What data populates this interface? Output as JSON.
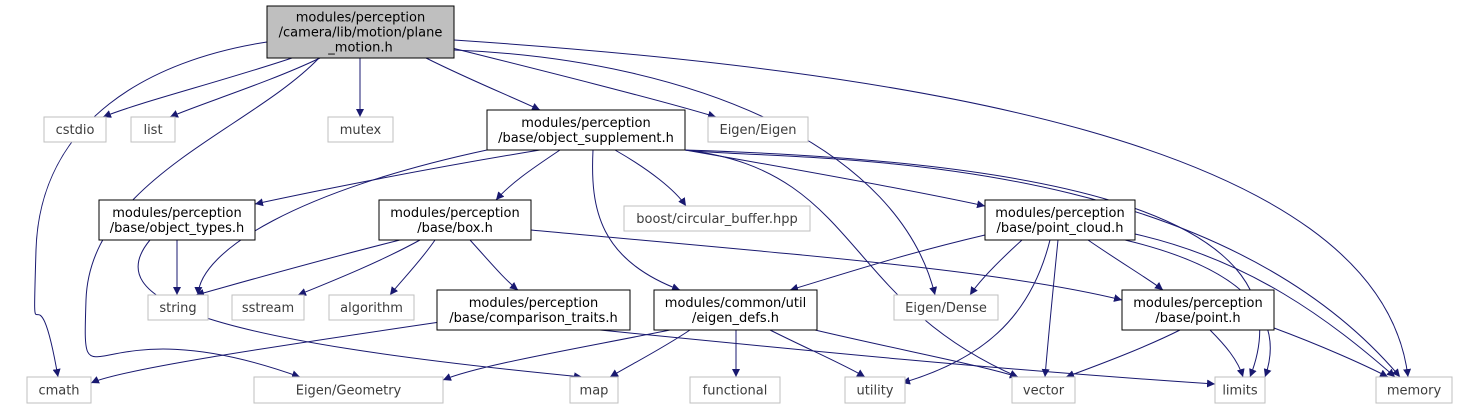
{
  "graph": {
    "colors": {
      "edge": "#191970",
      "root_fill": "#bfbfbf",
      "root_border": "#000000",
      "node_border": "#000000",
      "external_border": "#bfbfbf",
      "external_text": "#3c3c3c",
      "text": "#000000"
    },
    "nodes": [
      {
        "id": "root",
        "lines": [
          "modules/perception",
          "/camera/lib/motion/plane",
          "_motion.h"
        ],
        "kind": "root"
      },
      {
        "id": "cmath",
        "lines": [
          "cmath"
        ],
        "kind": "external"
      },
      {
        "id": "cstdio",
        "lines": [
          "cstdio"
        ],
        "kind": "external"
      },
      {
        "id": "list",
        "lines": [
          "list"
        ],
        "kind": "external"
      },
      {
        "id": "eigen_geometry",
        "lines": [
          "Eigen/Geometry"
        ],
        "kind": "external"
      },
      {
        "id": "mutex",
        "lines": [
          "mutex"
        ],
        "kind": "external"
      },
      {
        "id": "object_supplement",
        "lines": [
          "modules/perception",
          "/base/object_supplement.h"
        ],
        "kind": "header"
      },
      {
        "id": "eigen_eigen",
        "lines": [
          "Eigen/Eigen"
        ],
        "kind": "external"
      },
      {
        "id": "eigen_dense",
        "lines": [
          "Eigen/Dense"
        ],
        "kind": "external"
      },
      {
        "id": "memory",
        "lines": [
          "memory"
        ],
        "kind": "external"
      },
      {
        "id": "object_types",
        "lines": [
          "modules/perception",
          "/base/object_types.h"
        ],
        "kind": "header"
      },
      {
        "id": "box",
        "lines": [
          "modules/perception",
          "/base/box.h"
        ],
        "kind": "header"
      },
      {
        "id": "circular_buffer",
        "lines": [
          "boost/circular_buffer.hpp"
        ],
        "kind": "external"
      },
      {
        "id": "point_cloud",
        "lines": [
          "modules/perception",
          "/base/point_cloud.h"
        ],
        "kind": "header"
      },
      {
        "id": "string",
        "lines": [
          "string"
        ],
        "kind": "external"
      },
      {
        "id": "sstream",
        "lines": [
          "sstream"
        ],
        "kind": "external"
      },
      {
        "id": "algorithm",
        "lines": [
          "algorithm"
        ],
        "kind": "external"
      },
      {
        "id": "comparison_traits",
        "lines": [
          "modules/perception",
          "/base/comparison_traits.h"
        ],
        "kind": "header"
      },
      {
        "id": "eigen_defs",
        "lines": [
          "modules/common/util",
          "/eigen_defs.h"
        ],
        "kind": "header"
      },
      {
        "id": "point",
        "lines": [
          "modules/perception",
          "/base/point.h"
        ],
        "kind": "header"
      },
      {
        "id": "map",
        "lines": [
          "map"
        ],
        "kind": "external"
      },
      {
        "id": "functional",
        "lines": [
          "functional"
        ],
        "kind": "external"
      },
      {
        "id": "utility",
        "lines": [
          "utility"
        ],
        "kind": "external"
      },
      {
        "id": "vector",
        "lines": [
          "vector"
        ],
        "kind": "external"
      },
      {
        "id": "limits",
        "lines": [
          "limits"
        ],
        "kind": "external"
      }
    ],
    "edges": [
      [
        "root",
        "cmath"
      ],
      [
        "root",
        "cstdio"
      ],
      [
        "root",
        "list"
      ],
      [
        "root",
        "eigen_geometry"
      ],
      [
        "root",
        "mutex"
      ],
      [
        "root",
        "object_supplement"
      ],
      [
        "root",
        "eigen_eigen"
      ],
      [
        "root",
        "eigen_dense"
      ],
      [
        "root",
        "memory"
      ],
      [
        "object_supplement",
        "object_types"
      ],
      [
        "object_supplement",
        "box"
      ],
      [
        "object_supplement",
        "circular_buffer"
      ],
      [
        "object_supplement",
        "point_cloud"
      ],
      [
        "object_supplement",
        "string"
      ],
      [
        "object_supplement",
        "eigen_defs"
      ],
      [
        "object_supplement",
        "vector"
      ],
      [
        "object_supplement",
        "limits"
      ],
      [
        "object_supplement",
        "memory"
      ],
      [
        "object_types",
        "string"
      ],
      [
        "object_types",
        "map"
      ],
      [
        "box",
        "string"
      ],
      [
        "box",
        "sstream"
      ],
      [
        "box",
        "algorithm"
      ],
      [
        "box",
        "comparison_traits"
      ],
      [
        "box",
        "point"
      ],
      [
        "point_cloud",
        "eigen_defs"
      ],
      [
        "point_cloud",
        "eigen_dense"
      ],
      [
        "point_cloud",
        "point"
      ],
      [
        "point_cloud",
        "utility"
      ],
      [
        "point_cloud",
        "vector"
      ],
      [
        "point_cloud",
        "limits"
      ],
      [
        "point_cloud",
        "memory"
      ],
      [
        "comparison_traits",
        "cmath"
      ],
      [
        "comparison_traits",
        "limits"
      ],
      [
        "eigen_defs",
        "eigen_geometry"
      ],
      [
        "eigen_defs",
        "map"
      ],
      [
        "eigen_defs",
        "functional"
      ],
      [
        "eigen_defs",
        "utility"
      ],
      [
        "eigen_defs",
        "vector"
      ],
      [
        "point",
        "vector"
      ],
      [
        "point",
        "limits"
      ],
      [
        "point",
        "memory"
      ]
    ]
  }
}
